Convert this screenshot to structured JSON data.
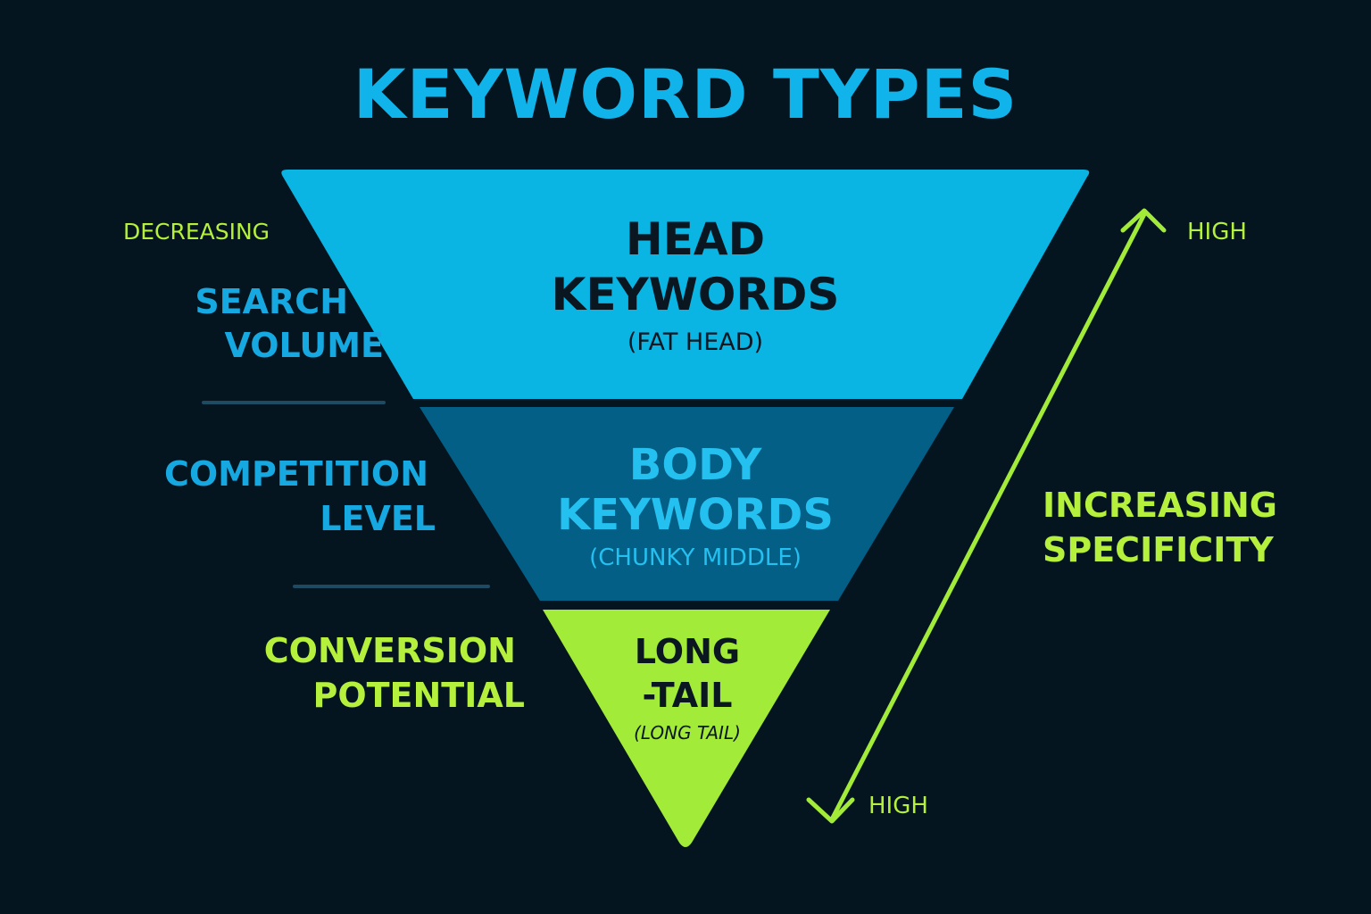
{
  "title": "KEYWORD TYPES",
  "colors": {
    "background": "#041520",
    "head_fill": "#0ab4e3",
    "body_fill": "#045f86",
    "long_tail_fill": "#a2eb38",
    "title_text": "#10b4ea",
    "dark_text": "#0a1620",
    "body_text": "#24c0f0",
    "green_text": "#b4f03c",
    "left_blue_text": "#16a8e0",
    "divider": "#1e4a62",
    "arrow": "#a2eb38"
  },
  "funnel": {
    "head": {
      "line1": "HEAD",
      "line2": "KEYWORDS",
      "line3": "(FAT HEAD)"
    },
    "body": {
      "line1": "BODY",
      "line2": "KEYWORDS",
      "line3": "(CHUNKY MIDDLE)"
    },
    "long_tail": {
      "line1": "LONG",
      "line2": "-TAIL",
      "line3": "(LONG TAIL)"
    }
  },
  "left_labels": {
    "decreasing": "DECREASING",
    "search_volume": {
      "line1": "SEARCH",
      "line2": "VOLUME"
    },
    "competition_level": {
      "line1": "COMPETITION",
      "line2": "LEVEL"
    },
    "conversion_potential": {
      "line1": "CONVERSION",
      "line2": "POTENTIAL"
    }
  },
  "right_labels": {
    "high_top": "HIGH",
    "high_bottom": "HIGH",
    "increasing_specificity": {
      "line1": "INCREASING",
      "line2": "SPECIFICITY"
    }
  }
}
